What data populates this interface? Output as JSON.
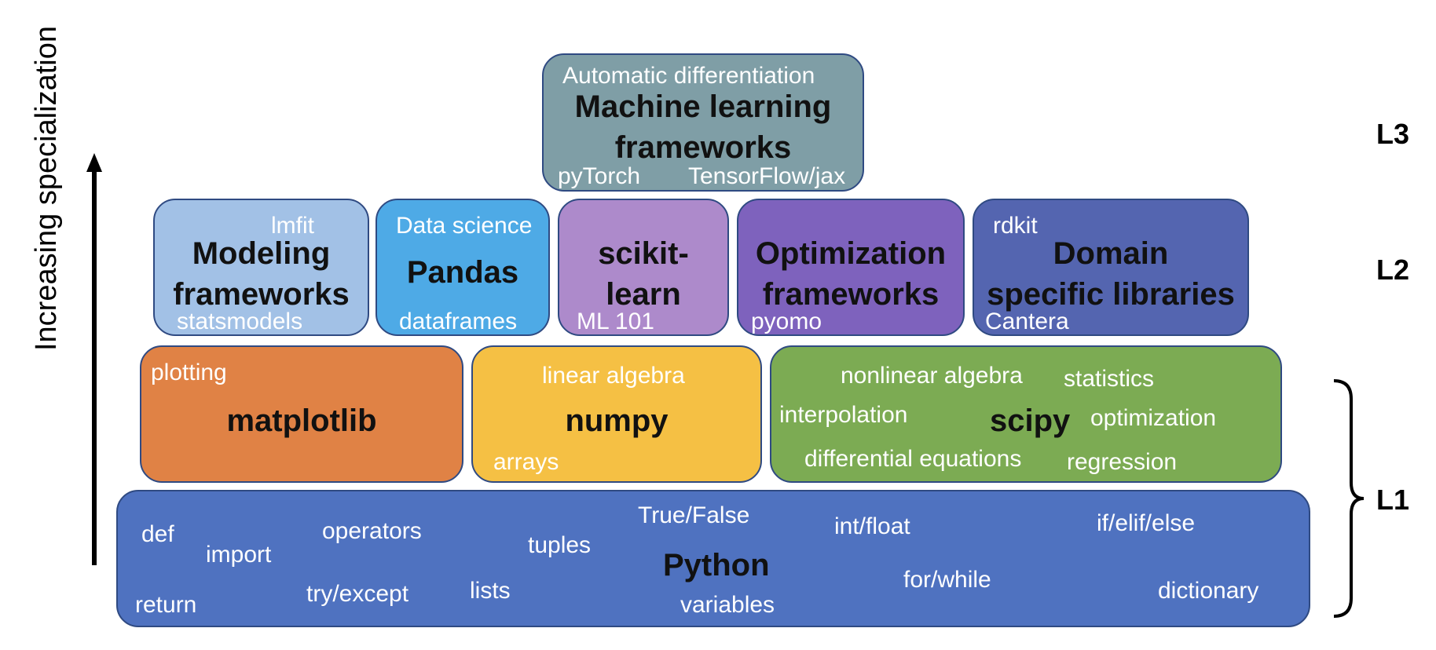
{
  "axis_label": "Increasing specialization",
  "levels": {
    "l3": "L3",
    "l2": "L2",
    "l1": "L1"
  },
  "colors": {
    "ml": "#7f9ea6",
    "modeling": "#a2c1e6",
    "pandas": "#4eaae6",
    "sklearn": "#ad8acb",
    "optimization": "#7e62bd",
    "domain": "#5465b0",
    "matplotlib": "#e08245",
    "numpy": "#f5c044",
    "scipy": "#7cab53",
    "python": "#4f72c0"
  },
  "ml": {
    "title_line1": "Machine learning",
    "title_line2": "frameworks",
    "tags": [
      "Automatic differentiation",
      "pyTorch",
      "TensorFlow/jax"
    ]
  },
  "modeling": {
    "title_line1": "Modeling",
    "title_line2": "frameworks",
    "tags": [
      "lmfit",
      "statsmodels"
    ]
  },
  "pandas": {
    "title": "Pandas",
    "tags": [
      "Data science",
      "dataframes"
    ]
  },
  "sklearn": {
    "title_line1": "scikit-",
    "title_line2": "learn",
    "tags": [
      "ML 101"
    ]
  },
  "optimization": {
    "title_line1": "Optimization",
    "title_line2": "frameworks",
    "tags": [
      "pyomo"
    ]
  },
  "domain": {
    "title_line1": "Domain",
    "title_line2": "specific libraries",
    "tags": [
      "rdkit",
      "Cantera"
    ]
  },
  "matplotlib": {
    "title": "matplotlib",
    "tags": [
      "plotting"
    ]
  },
  "numpy": {
    "title": "numpy",
    "tags": [
      "linear algebra",
      "arrays"
    ]
  },
  "scipy": {
    "title": "scipy",
    "tags": [
      "nonlinear algebra",
      "statistics",
      "interpolation",
      "optimization",
      "differential equations",
      "regression"
    ]
  },
  "python": {
    "title": "Python",
    "tags": [
      "def",
      "import",
      "operators",
      "tuples",
      "True/False",
      "int/float",
      "if/elif/else",
      "return",
      "try/except",
      "lists",
      "variables",
      "for/while",
      "dictionary"
    ]
  }
}
